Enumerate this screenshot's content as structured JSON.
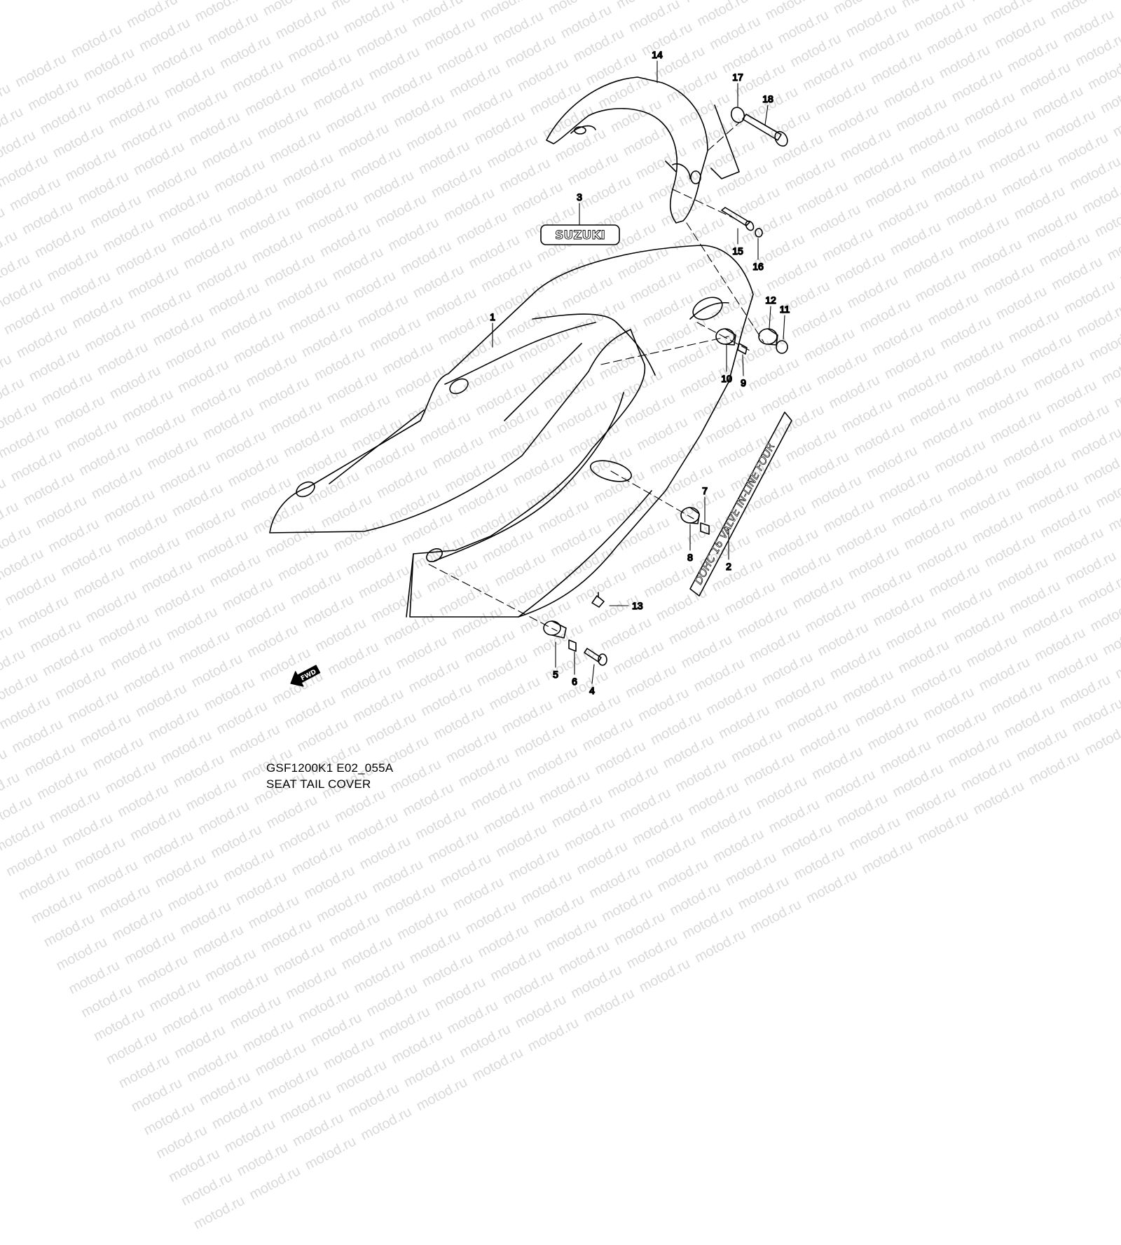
{
  "watermark": {
    "text": "motod.ru"
  },
  "diagram": {
    "callouts": [
      {
        "id": "1",
        "label": "1"
      },
      {
        "id": "2",
        "label": "2"
      },
      {
        "id": "3",
        "label": "3"
      },
      {
        "id": "4",
        "label": "4"
      },
      {
        "id": "5",
        "label": "5"
      },
      {
        "id": "6",
        "label": "6"
      },
      {
        "id": "7",
        "label": "7"
      },
      {
        "id": "8",
        "label": "8"
      },
      {
        "id": "9",
        "label": "9"
      },
      {
        "id": "10",
        "label": "10"
      },
      {
        "id": "11",
        "label": "11"
      },
      {
        "id": "12",
        "label": "12"
      },
      {
        "id": "13",
        "label": "13"
      },
      {
        "id": "14",
        "label": "14"
      },
      {
        "id": "15",
        "label": "15"
      },
      {
        "id": "16",
        "label": "16"
      },
      {
        "id": "17",
        "label": "17"
      },
      {
        "id": "18",
        "label": "18"
      }
    ],
    "emblem_text": "SUZUKI",
    "decal_text": "DOHC 16 VALVE IN-LINE FOUR",
    "direction_label": "FWD"
  },
  "caption": {
    "code": "GSF1200K1 E02_055A",
    "title": "SEAT TAIL COVER"
  }
}
